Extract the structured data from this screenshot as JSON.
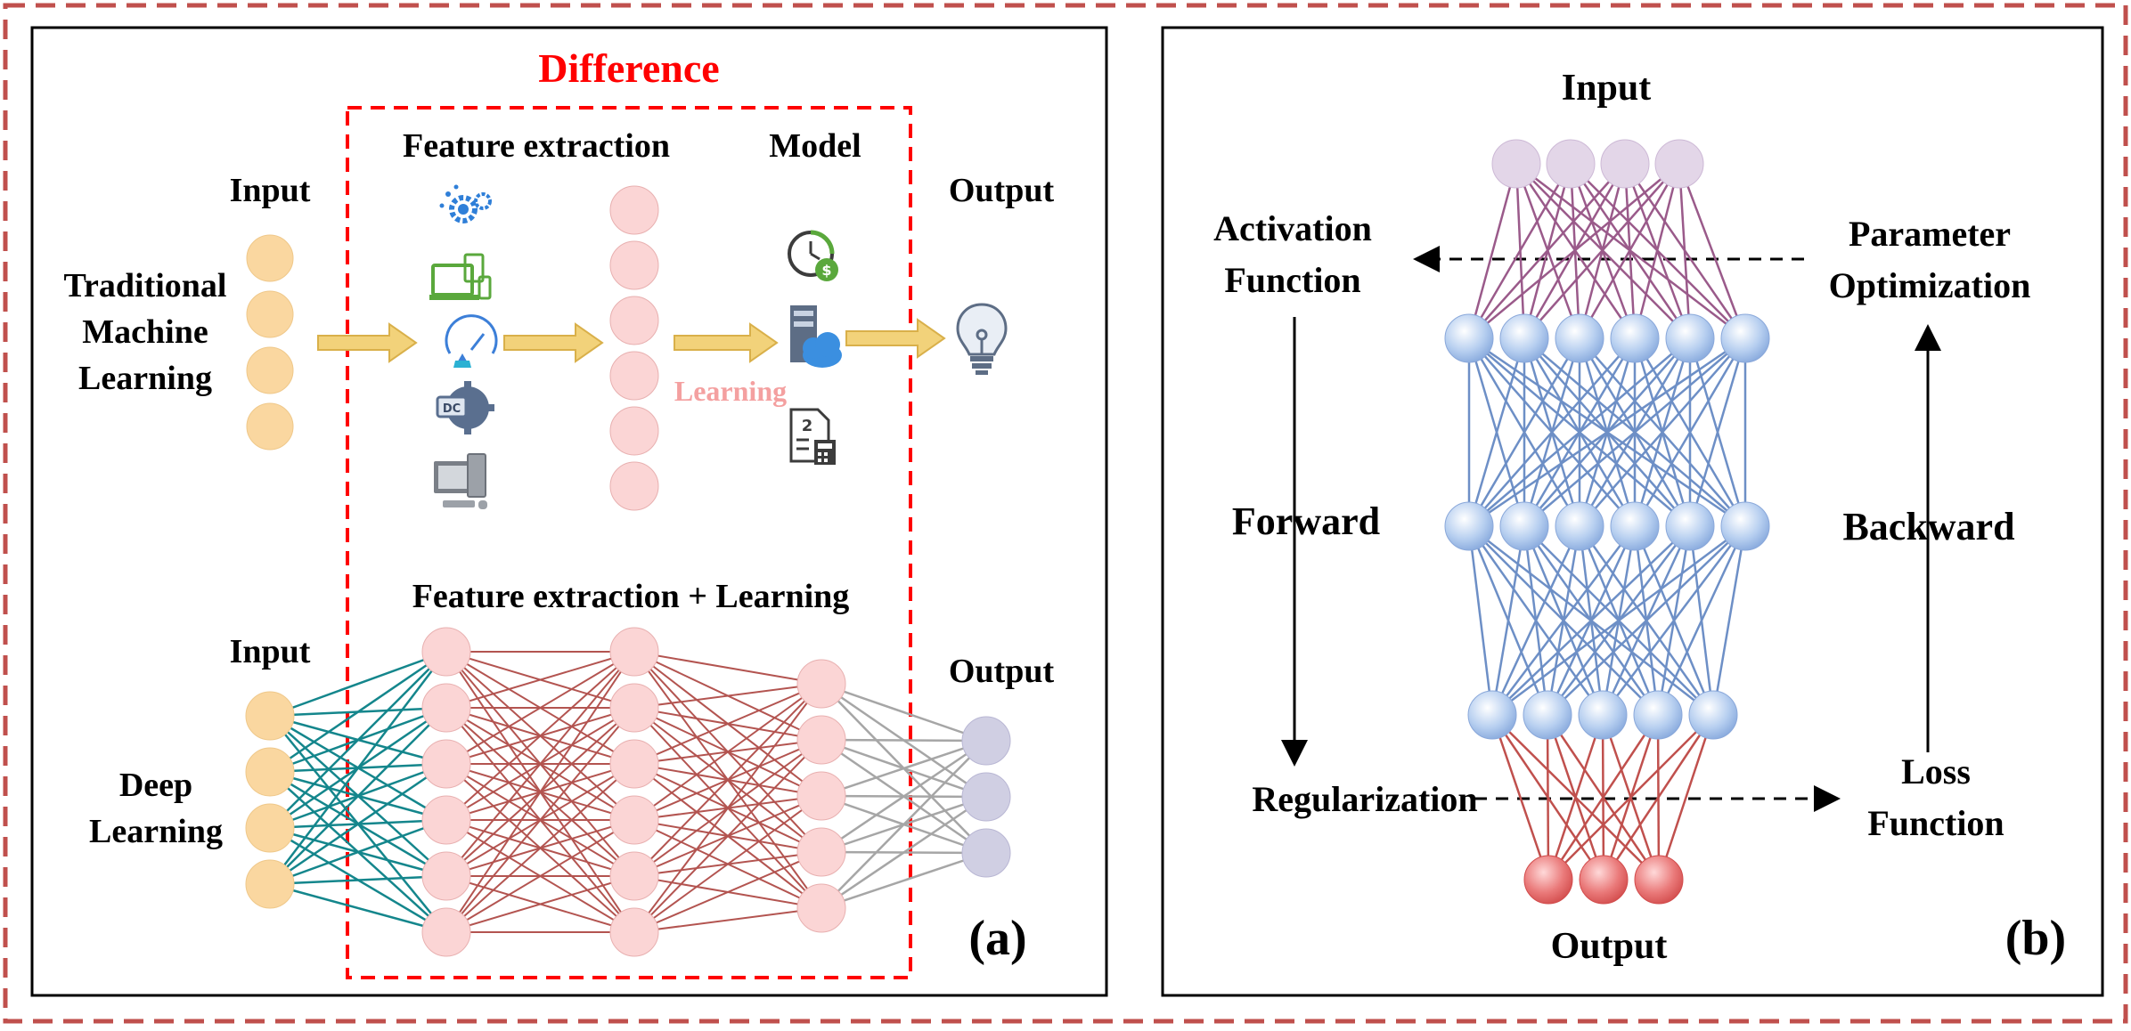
{
  "panel_a": {
    "difference_label": "Difference",
    "traditional": {
      "input_label": "Input",
      "name_lines": [
        "Traditional",
        "Machine",
        "Learning"
      ],
      "feature_label": "Feature extraction",
      "model_label": "Model",
      "output_label": "Output",
      "learning_label": "Learning",
      "feature_icons": [
        "gears-icon",
        "devices-icon",
        "speed-test-icon",
        "dc-gear-icon",
        "desktop-computer-icon"
      ],
      "model_icons": [
        "clock-dollar-icon",
        "server-cloud-icon",
        "calculator-doc-icon"
      ],
      "output_icon": "lightbulb-icon"
    },
    "deep": {
      "input_label": "Input",
      "name_lines": [
        "Deep",
        "Learning"
      ],
      "feature_label": "Feature extraction + Learning",
      "output_label": "Output"
    },
    "panel_label": "(a)"
  },
  "panel_b": {
    "input_label": "Input",
    "output_label": "Output",
    "activation_lines": [
      "Activation",
      "Function"
    ],
    "parameter_lines": [
      "Parameter",
      "Optimization"
    ],
    "forward_label": "Forward",
    "backward_label": "Backward",
    "regularization_label": "Regularization",
    "loss_lines": [
      "Loss",
      "Function"
    ],
    "panel_label": "(b)"
  },
  "colors": {
    "outer_border": "#c0504d",
    "difference_red": "#ff0000",
    "learning_pink": "#f4a0a0",
    "input_orange": "#fad7a0",
    "hidden_pink": "#fbd5d5",
    "output_lavender": "#d0cfe3",
    "teal_edges": "#14868c",
    "brown_edges": "#b35450",
    "gray_edges": "#a6a6a6",
    "arrow_yellow": "#e8c460",
    "b_input": "#e3d6e8",
    "b_hidden": "#a9c4ec",
    "b_output": "#e56d6d",
    "b_purple_edges": "#9a5a8a",
    "b_blue_edges": "#6d8fc6",
    "b_red_edges": "#c0504d"
  }
}
